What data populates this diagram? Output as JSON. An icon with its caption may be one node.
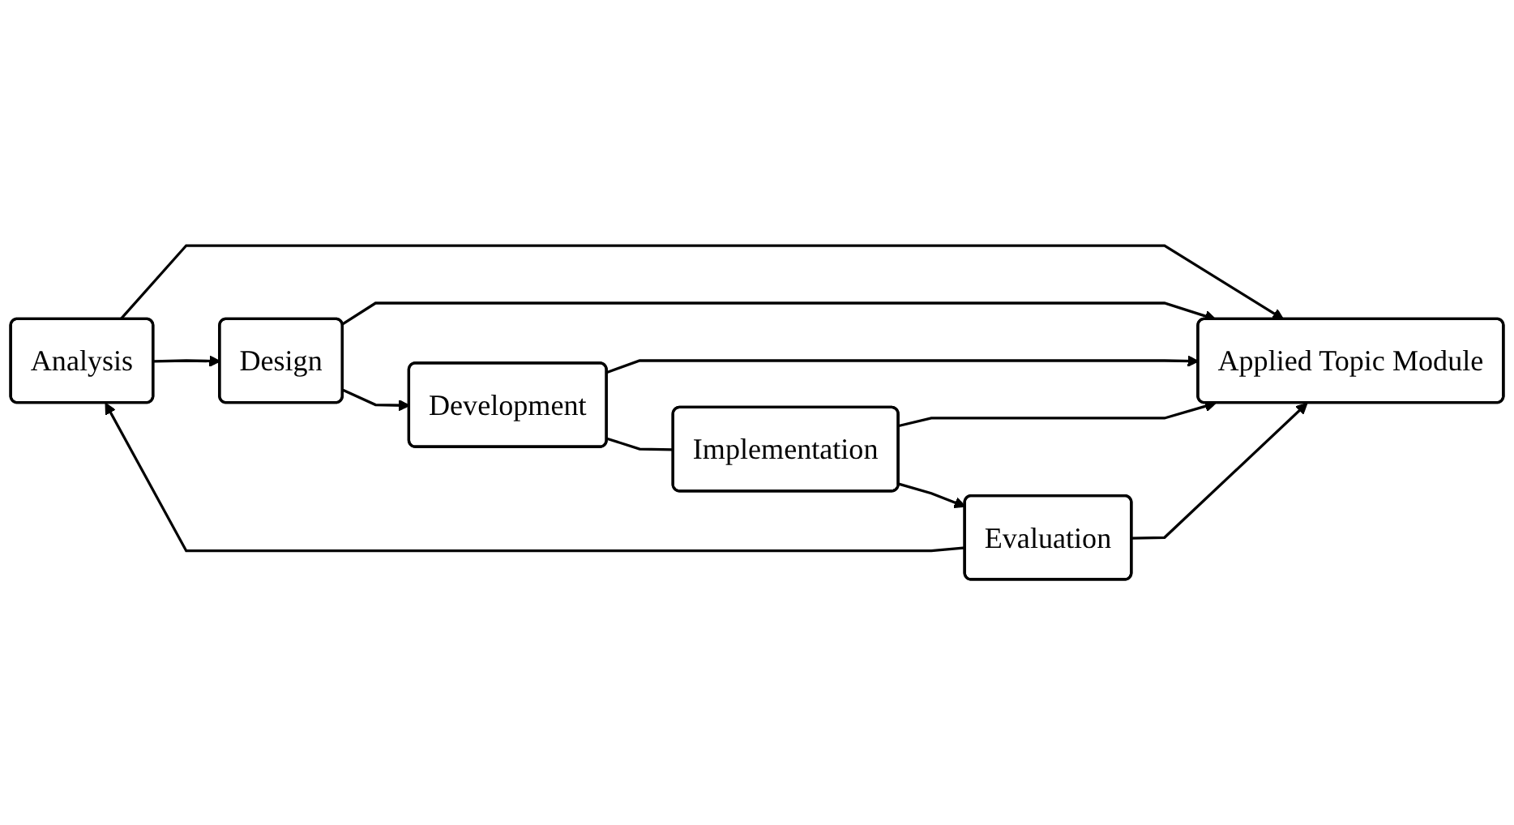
{
  "diagram": {
    "nodes": [
      {
        "text": [
          "Analysis"
        ]
      },
      {
        "text": [
          "Evaluation"
        ]
      },
      {
        "text": [
          "Design"
        ]
      },
      {
        "text": [
          "Applied Topic Module"
        ]
      },
      {
        "text": [
          "Implementation"
        ]
      },
      {
        "text": [
          "Development"
        ]
      }
    ],
    "edges": [
      {
        "from": 0,
        "to": 3,
        "arrow": "to"
      },
      {
        "from": 0,
        "to": 2,
        "arrow": "to"
      },
      {
        "from": 2,
        "to": 3,
        "arrow": "to"
      },
      {
        "from": 2,
        "to": 5,
        "arrow": "to"
      },
      {
        "from": 5,
        "to": 3,
        "arrow": "to"
      },
      {
        "from": 5,
        "to": 4,
        "arrow": "none"
      },
      {
        "from": 4,
        "to": 3,
        "arrow": "to"
      },
      {
        "from": 4,
        "to": 1,
        "arrow": "to"
      },
      {
        "from": 1,
        "to": 3,
        "arrow": "to"
      },
      {
        "from": 1,
        "to": 0,
        "arrow": "to"
      }
    ]
  }
}
